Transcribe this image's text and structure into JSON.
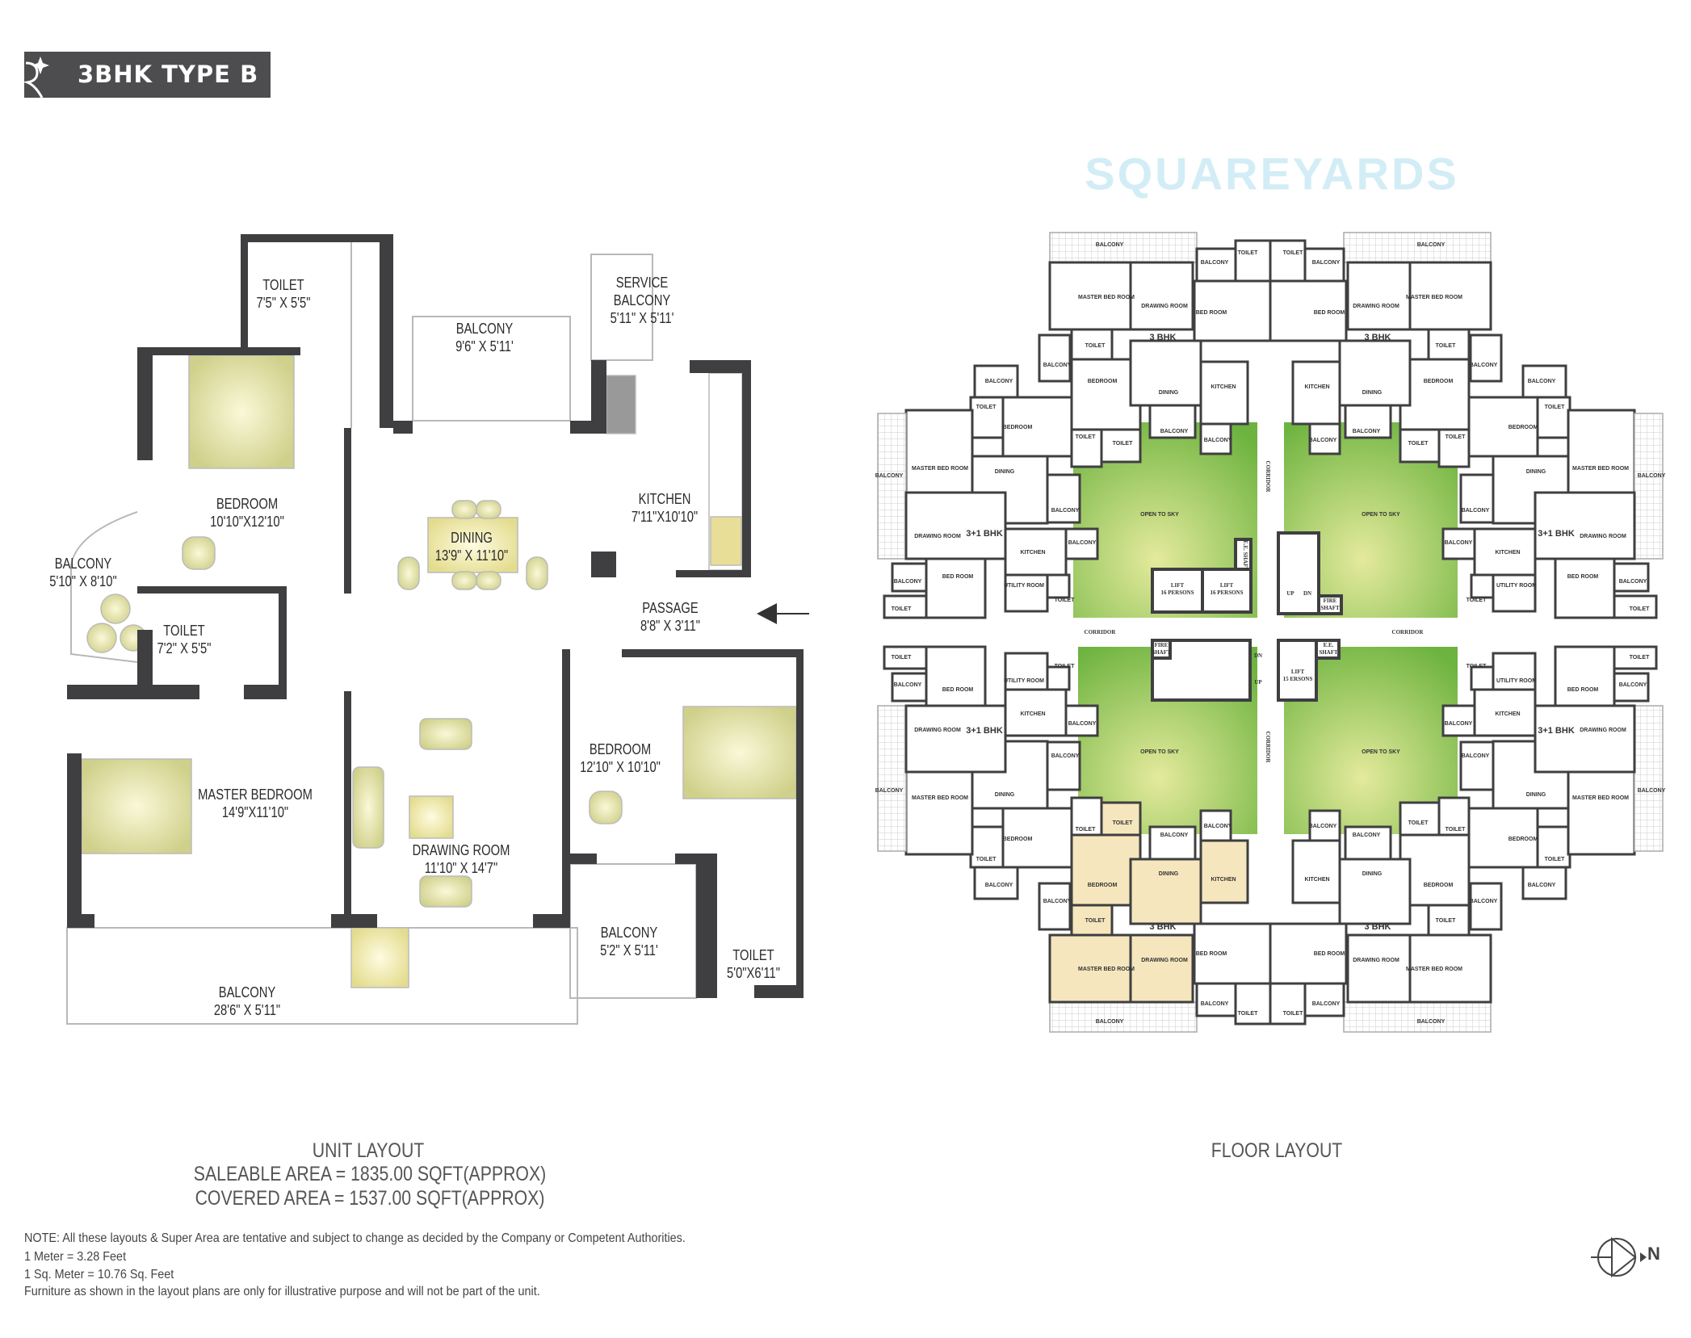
{
  "header": {
    "title": "3BHK TYPE B",
    "logo_icon": "r-star-logo"
  },
  "unit_layout": {
    "rooms": [
      {
        "name": "TOILET",
        "size": "7'5\" X 5'5\""
      },
      {
        "name": "BALCONY",
        "size": "9'6\" X 5'11'"
      },
      {
        "name": "SERVICE BALCONY",
        "size": "5'11\" X 5'11'"
      },
      {
        "name": "BEDROOM",
        "size": "10'10\"X12'10\""
      },
      {
        "name": "DINING",
        "size": "13'9\" X 11'10\""
      },
      {
        "name": "KITCHEN",
        "size": "7'11\"X10'10\""
      },
      {
        "name": "BALCONY",
        "size": "5'10\" X 8'10\""
      },
      {
        "name": "TOILET",
        "size": "7'2\" X 5'5\""
      },
      {
        "name": "PASSAGE",
        "size": "8'8\" X 3'11\""
      },
      {
        "name": "BEDROOM",
        "size": "12'10\" X 10'10\""
      },
      {
        "name": "MASTER BEDROOM",
        "size": "14'9\"X11'10\""
      },
      {
        "name": "DRAWING ROOM",
        "size": "11'10\" X 14'7\""
      },
      {
        "name": "BALCONY",
        "size": "5'2\" X 5'11'"
      },
      {
        "name": "TOILET",
        "size": "5'0\"X6'11\""
      },
      {
        "name": "BALCONY",
        "size": "28'6\" X 5'11\""
      }
    ],
    "caption": "UNIT LAYOUT",
    "saleable_area": "SALEABLE AREA = 1835.00 SQFT(APPROX)",
    "covered_area": "COVERED AREA = 1537.00 SQFT(APPROX)",
    "entry_icon": "arrow-left-icon"
  },
  "floor_layout": {
    "caption": "FLOOR LAYOUT",
    "quadrant_labels": [
      "BALCONY",
      "MASTER BED ROOM",
      "DRAWING ROOM",
      "BED ROOM",
      "3 BHK",
      "BALCONY",
      "TOILET",
      "TOILET",
      "BALCONY",
      "BEDROOM",
      "DINING",
      "KITCHEN",
      "BALCONY",
      "BALCONY",
      "BALCONY",
      "TOILET",
      "BEDROOM",
      "TOILET",
      "TOILET",
      "MASTER BED ROOM",
      "BALCONY",
      "DINING",
      "BALCONY",
      "OPEN TO SKY",
      "DRAWING ROOM",
      "3+1 BHK",
      "KITCHEN",
      "BALCONY",
      "BED ROOM",
      "BALCONY",
      "UTILITY ROOM",
      "TOILET",
      "TOILET"
    ],
    "core_labels": [
      "LIFT 16 PERSONS",
      "LIFT 16 PERSONS",
      "E.E. SHAFT",
      "UP",
      "DN",
      "FIRE SHAFT",
      "FIRE SHAFT",
      "DN",
      "UP",
      "LIFT 15 ERSONS",
      "E.E. SHAFT",
      "CORRIDOR",
      "CORRIDOR",
      "CORRIDOR",
      "CORRIDOR"
    ],
    "colors": {
      "courtyard_light": "#e4ea9c",
      "courtyard_dark": "#6db33f",
      "highlight_unit": "#f5e6bd",
      "wall": "#3f3f41"
    }
  },
  "notes": [
    "NOTE: All these layouts & Super Area are tentative and subject to change as decided by the Company or Competent Authorities.",
    "1 Meter = 3.28 Feet",
    "1 Sq. Meter = 10.76 Sq. Feet",
    "Furniture as shown in the layout plans are only for illustrative purpose and will not be part of the unit."
  ],
  "watermark": "SQUAREYARDS",
  "compass": {
    "label": "N",
    "icon": "north-arrow-icon"
  }
}
